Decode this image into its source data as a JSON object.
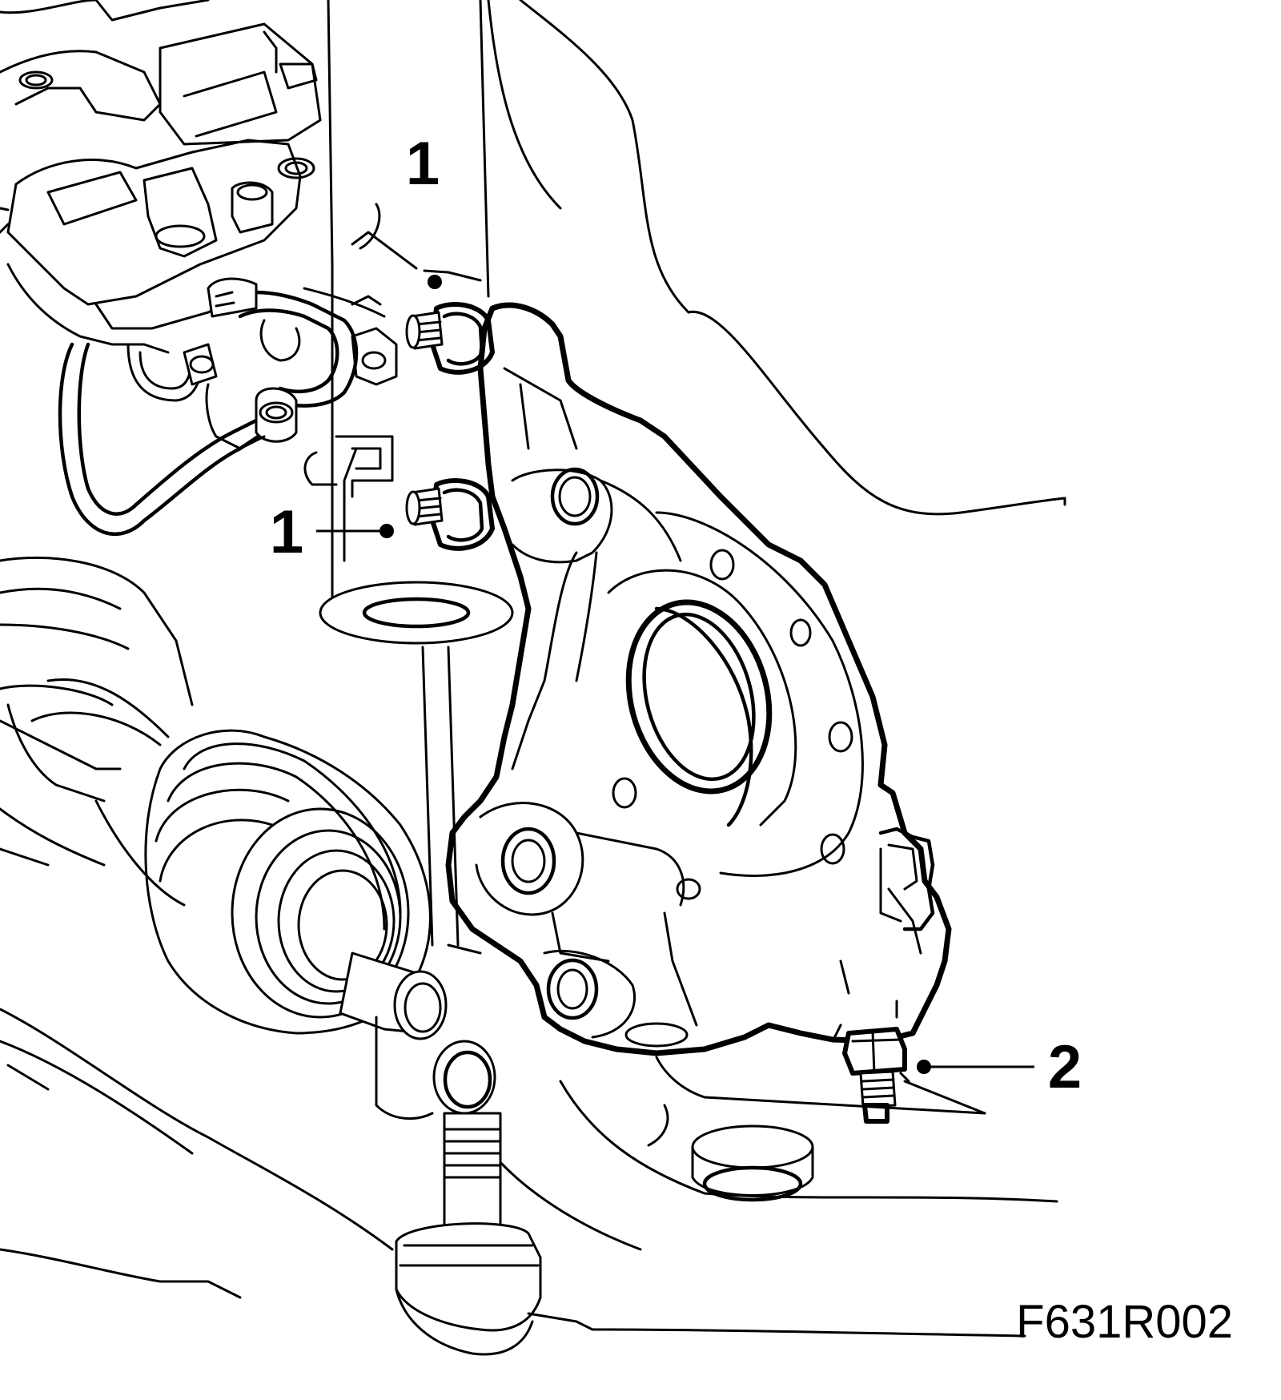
{
  "callouts": [
    {
      "id": "upper-bolt",
      "label": "1"
    },
    {
      "id": "lower-bolt",
      "label": "1"
    },
    {
      "id": "ball-joint-nut",
      "label": "2"
    }
  ],
  "figure_code": "F631R002"
}
